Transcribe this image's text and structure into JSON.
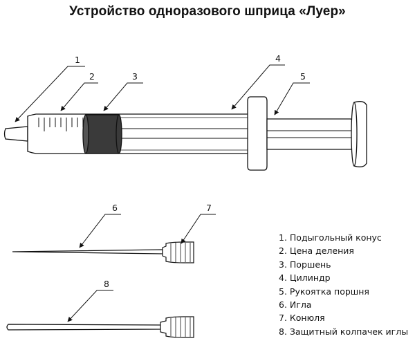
{
  "title": "Устройство одноразового шприца «Луер»",
  "callouts": [
    "1",
    "2",
    "3",
    "4",
    "5",
    "6",
    "7",
    "8"
  ],
  "legend": [
    "1. Подыгольный конус",
    "2. Цена деления",
    "3. Поршень",
    "4. Цилиндр",
    "5. Рукоятка поршня",
    "6. Игла",
    "7. Конюля",
    "8. Защитный колпачек иглы"
  ],
  "colors": {
    "ink": "#111111",
    "plunger_seal": "#3a3a3a"
  }
}
